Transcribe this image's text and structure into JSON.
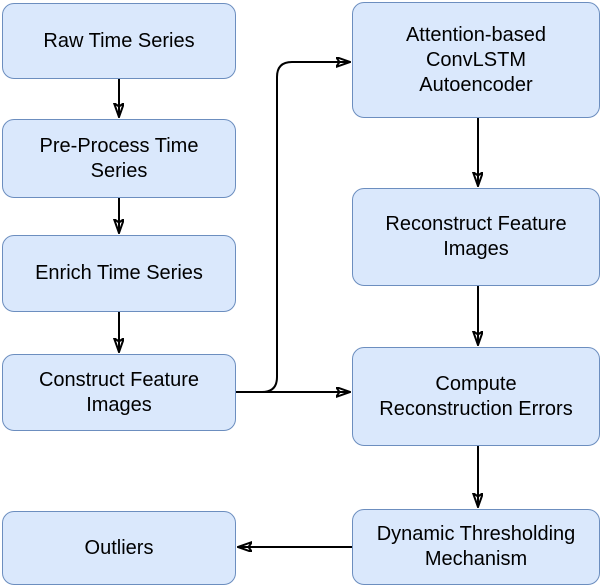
{
  "diagram": {
    "title": "Attention-based ConvLSTM Autoencoder outlier-detection pipeline flowchart",
    "colors": {
      "background": "#ffffff",
      "node_fill": "#dae8fc",
      "node_border": "#6c8ebf",
      "arrow_color": "#000000",
      "text_color": "#000000"
    },
    "nodes": [
      {
        "id": "raw",
        "label": "Raw Time Series"
      },
      {
        "id": "preprocess",
        "label": "Pre-Process Time\nSeries"
      },
      {
        "id": "enrich",
        "label": "Enrich Time Series"
      },
      {
        "id": "construct",
        "label": "Construct Feature\nImages"
      },
      {
        "id": "outliers",
        "label": "Outliers"
      },
      {
        "id": "autoencoder",
        "label": "Attention-based\nConvLSTM\nAutoencoder"
      },
      {
        "id": "reconstruct",
        "label": "Reconstruct Feature\nImages"
      },
      {
        "id": "compute",
        "label": "Compute\nReconstruction Errors"
      },
      {
        "id": "threshold",
        "label": "Dynamic Thresholding\nMechanism"
      }
    ],
    "edges": [
      {
        "from": "Raw Time Series",
        "to": "Pre-Process Time Series"
      },
      {
        "from": "Pre-Process Time Series",
        "to": "Enrich Time Series"
      },
      {
        "from": "Enrich Time Series",
        "to": "Construct Feature Images"
      },
      {
        "from": "Construct Feature Images",
        "to": "Attention-based ConvLSTM Autoencoder"
      },
      {
        "from": "Construct Feature Images",
        "to": "Compute Reconstruction Errors"
      },
      {
        "from": "Attention-based ConvLSTM Autoencoder",
        "to": "Reconstruct Feature Images"
      },
      {
        "from": "Reconstruct Feature Images",
        "to": "Compute Reconstruction Errors"
      },
      {
        "from": "Compute Reconstruction Errors",
        "to": "Dynamic Thresholding Mechanism"
      },
      {
        "from": "Dynamic Thresholding Mechanism",
        "to": "Outliers"
      }
    ]
  }
}
